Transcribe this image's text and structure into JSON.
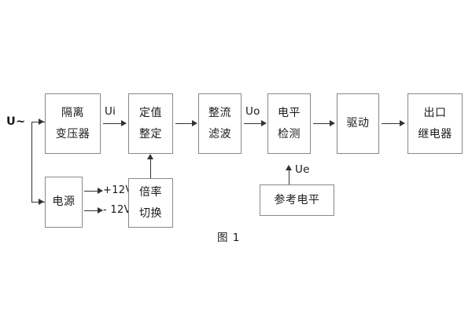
{
  "figure": {
    "caption": "图 1",
    "background": "#ffffff",
    "box_border_color": "#888888",
    "wire_color": "#333333",
    "text_color": "#1a1a1a"
  },
  "blocks": [
    {
      "id": "isolation-transformer",
      "lines": [
        "隔离",
        "变压器"
      ]
    },
    {
      "id": "setting-adjust",
      "lines": [
        "定值",
        "整定"
      ]
    },
    {
      "id": "rectify-filter",
      "lines": [
        "整流",
        "滤波"
      ]
    },
    {
      "id": "level-detect",
      "lines": [
        "电平",
        "检测"
      ]
    },
    {
      "id": "drive",
      "lines": [
        "驱动"
      ]
    },
    {
      "id": "output-relay",
      "lines": [
        "出口",
        "继电器"
      ]
    },
    {
      "id": "power-supply",
      "lines": [
        "电源"
      ]
    },
    {
      "id": "multiplier-switch",
      "lines": [
        "倍率",
        "切换"
      ]
    },
    {
      "id": "reference-level",
      "lines": [
        "参考电平"
      ]
    }
  ],
  "signals": {
    "input_source": "U~",
    "ui": "Ui",
    "uo": "Uo",
    "ue": "Ue",
    "supply_positive": "+12V",
    "supply_negative": "- 12V"
  }
}
